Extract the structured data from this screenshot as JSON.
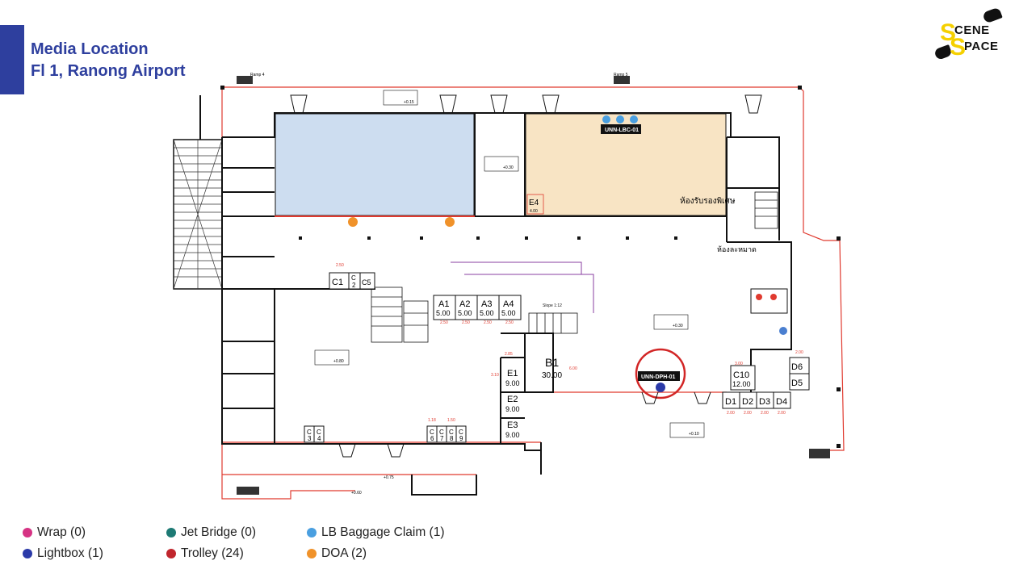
{
  "header": {
    "title_line1": "Media Location",
    "title_line2": "Fl 1, Ranong Airport"
  },
  "logo": {
    "line1": "S",
    "line1_rest": "CENE",
    "line2": "PACE",
    "alt_big": "S"
  },
  "colors": {
    "accent": "#2e3f9e",
    "wrap": "#d63384",
    "lightbox": "#2b3aa8",
    "jet_bridge": "#1d7a74",
    "trolley": "#c0262d",
    "lb_baggage_claim": "#4a9fe0",
    "doa": "#f0922a",
    "zone_blue": "#cdddf0",
    "zone_orange": "#f8e4c4",
    "plan_red": "#e03a2f"
  },
  "map": {
    "media_labels": {
      "baggage": "UNN-LBC-01",
      "lightbox": "UNN-DPH-01"
    },
    "rooms": {
      "A1": "A1",
      "A2": "A2",
      "A3": "A3",
      "A4": "A4",
      "a_size": "5.00",
      "a_width": "2.50",
      "B1": "B1",
      "b_size": "30.00",
      "C1": "C1",
      "C2": "C",
      "C2b": "2",
      "C5": "C5",
      "C3": "C",
      "C3b": "3",
      "C4": "C",
      "C4b": "4",
      "C6": "C",
      "C6b": "6",
      "C7": "C",
      "C7b": "7",
      "C8": "C",
      "C8b": "8",
      "C9": "C",
      "C9b": "9",
      "C10": "C10",
      "c10_size": "12.00",
      "D1": "D1",
      "D2": "D2",
      "D3": "D3",
      "D4": "D4",
      "D5": "D5",
      "D6": "D6",
      "E1": "E1",
      "E2": "E2",
      "E3": "E3",
      "E4": "E4",
      "e_size": "9.00",
      "e4_size": "4.00",
      "thai_vip": "ห้องรับรองพิเศษ",
      "thai_restroom": "ห้องละหมาด",
      "dim_200": "2.00",
      "dim_300": "3.00",
      "dim_250": "2.50",
      "dim_285": "2.85",
      "dim_310": "3.10",
      "dim_600": "6.00",
      "dim_118": "1.18",
      "dim_150": "1.50",
      "ramp_label": "Slope 1:12",
      "level_a": "+0.15",
      "level_b": "+0.30",
      "level_c": "+0.80",
      "level_d": "+0.10",
      "ramp_top_left": "Ramp 4",
      "ramp_top_right": "Ramp 5",
      "floor_marker_a": "+0.75",
      "floor_marker_b": "+0.60"
    }
  },
  "legend": {
    "items": [
      {
        "label": "Wrap (0)",
        "color": "#d63384"
      },
      {
        "label": "Lightbox (1)",
        "color": "#2b3aa8"
      },
      {
        "label": "Jet Bridge (0)",
        "color": "#1d7a74"
      },
      {
        "label": "Trolley (24)",
        "color": "#c0262d"
      },
      {
        "label": "LB Baggage Claim (1)",
        "color": "#4a9fe0"
      },
      {
        "label": "DOA (2)",
        "color": "#f0922a"
      }
    ]
  }
}
